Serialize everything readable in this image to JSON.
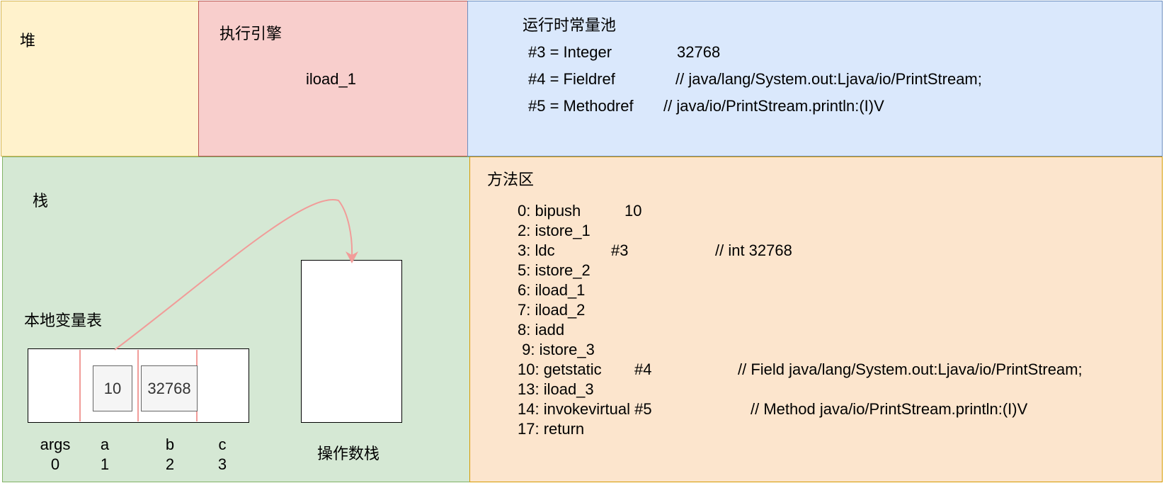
{
  "heap": {
    "title": "堆"
  },
  "engine": {
    "title": "执行引擎",
    "instruction": "iload_1"
  },
  "constant_pool": {
    "title": "运行时常量池",
    "entries": [
      {
        "ref": "#3 = Integer",
        "value": "32768"
      },
      {
        "ref": "#4 = Fieldref",
        "value": "// java/lang/System.out:Ljava/io/PrintStream;"
      },
      {
        "ref": "#5 = Methodref",
        "value": "// java/io/PrintStream.println:(I)V"
      }
    ]
  },
  "stack": {
    "title": "栈",
    "local_var_table": {
      "title": "本地变量表",
      "cells": [
        "10",
        "32768"
      ],
      "slots": [
        {
          "name": "args",
          "index": "0"
        },
        {
          "name": "a",
          "index": "1"
        },
        {
          "name": "b",
          "index": "2"
        },
        {
          "name": "c",
          "index": "3"
        }
      ]
    },
    "operand_stack": {
      "title": "操作数栈"
    }
  },
  "method_area": {
    "title": "方法区",
    "code": [
      {
        "offset": "0: bipush",
        "arg": "10",
        "comment": ""
      },
      {
        "offset": "2: istore_1",
        "arg": "",
        "comment": ""
      },
      {
        "offset": "3: ldc",
        "arg": "#3",
        "comment": "// int 32768"
      },
      {
        "offset": "5: istore_2",
        "arg": "",
        "comment": ""
      },
      {
        "offset": "6: iload_1",
        "arg": "",
        "comment": ""
      },
      {
        "offset": "7: iload_2",
        "arg": "",
        "comment": ""
      },
      {
        "offset": "8: iadd",
        "arg": "",
        "comment": ""
      },
      {
        "offset": " 9: istore_3",
        "arg": "",
        "comment": ""
      },
      {
        "offset": "10: getstatic",
        "arg": "#4",
        "comment": "// Field java/lang/System.out:Ljava/io/PrintStream;"
      },
      {
        "offset": "13: iload_3",
        "arg": "",
        "comment": ""
      },
      {
        "offset": "14: invokevirtual #5",
        "arg": "",
        "comment": "// Method java/io/PrintStream.println:(I)V"
      },
      {
        "offset": "17: return",
        "arg": "",
        "comment": ""
      }
    ]
  },
  "colors": {
    "arrow": "#f19c99",
    "heap_fill": "#fff2cc",
    "engine_fill": "#f8cecc",
    "pool_fill": "#dae8fc",
    "stack_fill": "#d5e8d4",
    "method_fill": "#fce5cd"
  }
}
